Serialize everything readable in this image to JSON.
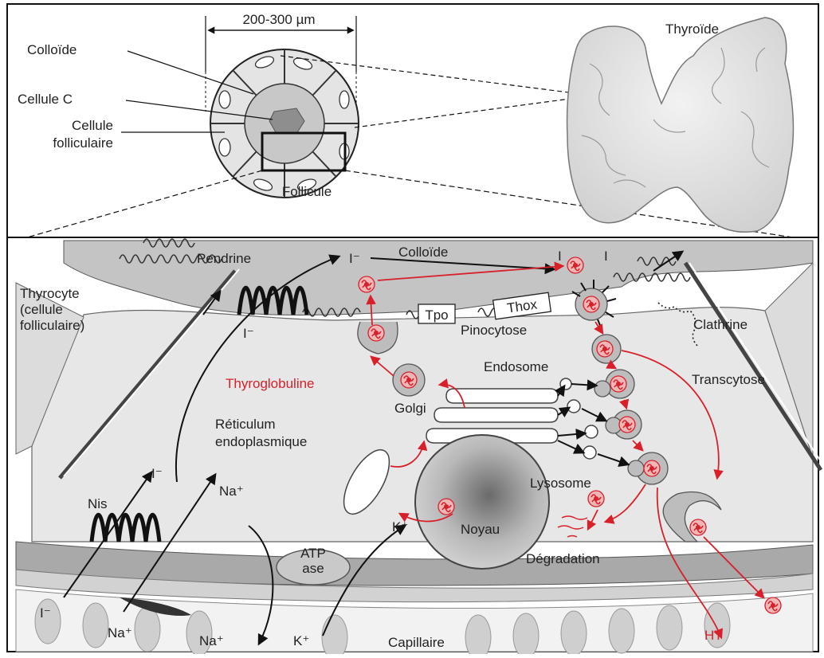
{
  "labels": {
    "scale": "200-300 µm",
    "colloide_top": "Colloïde",
    "cellule_c": "Cellule C",
    "cellule_folliculaire_1": "Cellule",
    "cellule_folliculaire_2": "folliculaire",
    "follicule": "Follicule",
    "thyroide": "Thyroïde",
    "pendrine": "Pendrine",
    "iodide": "I⁻",
    "colloide": "Colloïde",
    "iodine": "I",
    "thyrocyte_1": "Thyrocyte",
    "thyrocyte_2": "(cellule",
    "thyrocyte_3": "folliculaire)",
    "tpo": "Tpo",
    "thox": "Thox",
    "pinocytose": "Pinocytose",
    "clathrine": "Clathrine",
    "endosome": "Endosome",
    "transcytose": "Transcytose",
    "thyroglobuline": "Thyroglobuline",
    "golgi": "Golgi",
    "reticulum_1": "Réticulum",
    "reticulum_2": "endoplasmique",
    "lysosome": "Lysosome",
    "nis": "Nis",
    "sodium": "Na⁺",
    "potassium": "K⁺",
    "noyau": "Noyau",
    "atp_1": "ATP",
    "atp_2": "ase",
    "degradation": "Dégradation",
    "capillaire": "Capillaire",
    "ht": "HT"
  },
  "colors": {
    "accent_red": "#d8202a",
    "membrane_gray": "#c9c9c9",
    "cytoplasm": "#e6e6e6",
    "colloid": "#c2c2c2"
  }
}
